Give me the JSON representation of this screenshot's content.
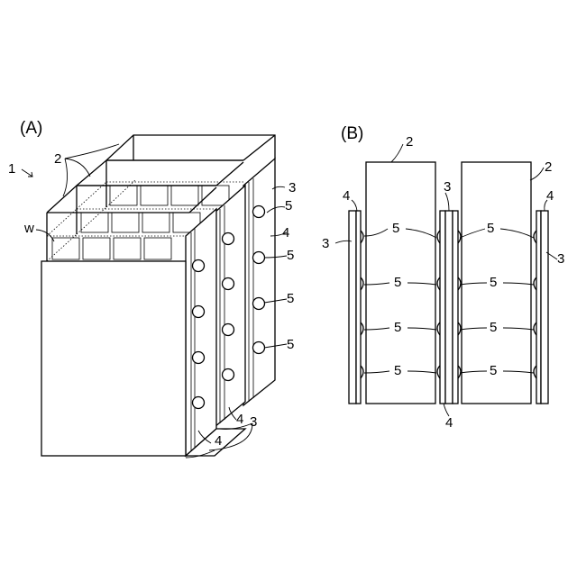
{
  "figure_a": {
    "caption": "(A)",
    "labels": {
      "device": "1",
      "stack": "2",
      "weld": "w",
      "support": "3",
      "holder": "4",
      "contact": "5"
    }
  },
  "figure_b": {
    "caption": "(B)",
    "labels": {
      "stack": "2",
      "support": "3",
      "holder": "4",
      "contact": "5"
    }
  }
}
